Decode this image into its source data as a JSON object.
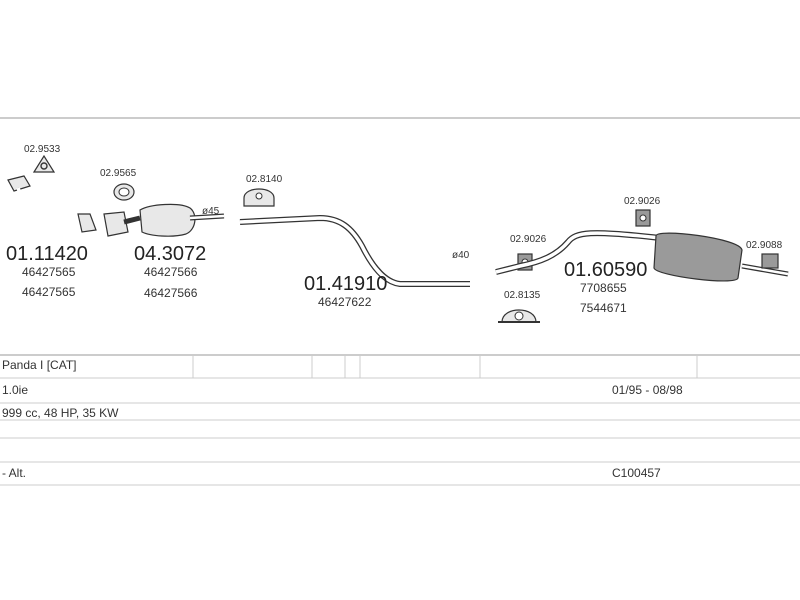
{
  "parts": {
    "front_pipe": {
      "code": "01.11420",
      "refs": [
        "46427565",
        "46427565"
      ]
    },
    "gasket_top": {
      "code": "02.9533"
    },
    "ring_gasket": {
      "code": "02.9565"
    },
    "catalyst": {
      "code": "04.3072",
      "refs": [
        "46427566",
        "46427566"
      ],
      "diameter": "ø45"
    },
    "clamp_mid": {
      "code": "02.8140"
    },
    "middle_pipe": {
      "code": "01.41910",
      "refs": [
        "46427622"
      ],
      "diameter": "ø40"
    },
    "hanger_a": {
      "code": "02.9026"
    },
    "hanger_b": {
      "code": "02.9026"
    },
    "rubber_mount": {
      "code": "02.8135"
    },
    "rear_silencer": {
      "code": "01.60590",
      "refs": [
        "7708655",
        "7544671"
      ]
    },
    "tail_clamp": {
      "code": "02.9088"
    }
  },
  "table": {
    "model": "Panda I  [CAT]",
    "engine": "1.0ie",
    "years": "01/95 - 08/98",
    "spec": "999 cc, 48 HP, 35 KW",
    "alt": "- Alt.",
    "kit_code": "C100457"
  }
}
